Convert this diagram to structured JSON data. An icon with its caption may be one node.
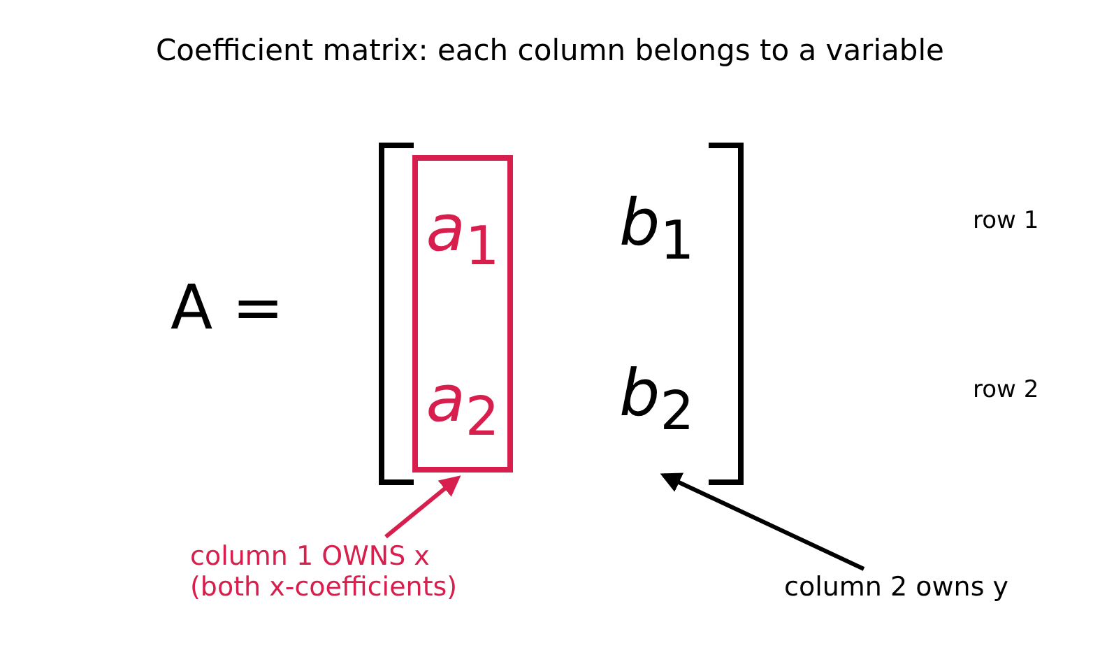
{
  "diagram": {
    "title": "Coefficient matrix: each column belongs to a variable",
    "nodes": [
      {
        "text": [
          "*a*$_{1}$",
          "*a*$_{2}$"
        ]
      },
      {
        "text": [
          "column 1 OWNS x (both x-coefficients)"
        ]
      },
      {
        "text": [
          "column 2 owns y"
        ]
      }
    ],
    "edges": [
      {
        "from": 1,
        "to": 0,
        "arrow": "to",
        "color": "#d81e4c"
      },
      {
        "from": 2,
        "to": null,
        "arrow": "to",
        "color": "#000000"
      }
    ],
    "labels": [
      "A =",
      "*b*$_{1}$",
      "row 1",
      "*b*$_{2}$",
      "row 2"
    ]
  }
}
